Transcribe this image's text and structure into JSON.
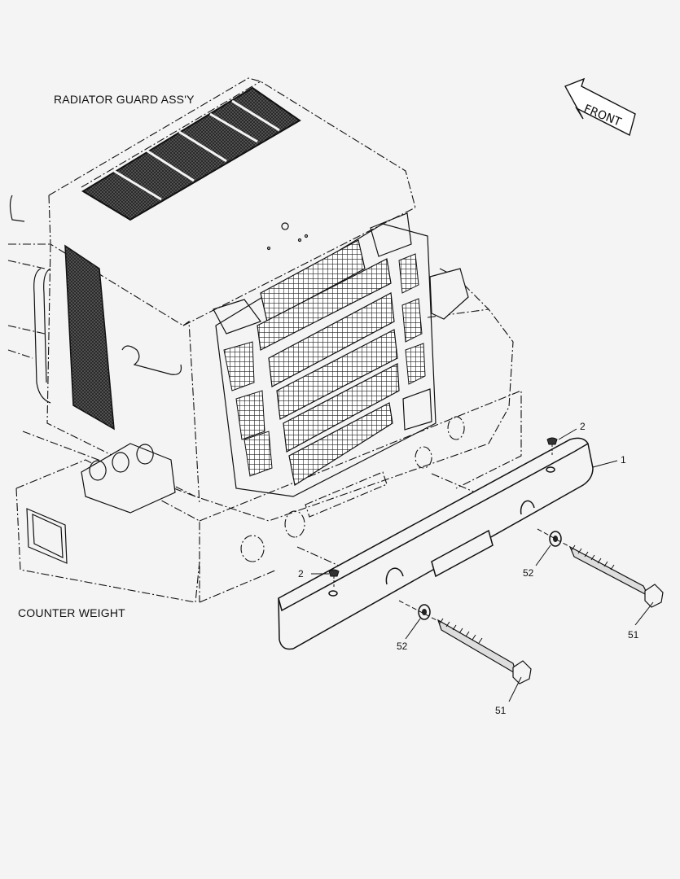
{
  "titles": {
    "radiator_guard": "RADIATOR GUARD ASS'Y",
    "counter_weight": "COUNTER WEIGHT"
  },
  "front_arrow": {
    "label": "FRONT"
  },
  "callouts": [
    {
      "id": "part-1",
      "label": "1"
    },
    {
      "id": "part-2-upper",
      "label": "2"
    },
    {
      "id": "part-2-lower",
      "label": "2"
    },
    {
      "id": "part-52-right",
      "label": "52"
    },
    {
      "id": "part-52-left",
      "label": "52"
    },
    {
      "id": "part-51-right",
      "label": "51"
    },
    {
      "id": "part-51-left",
      "label": "51"
    }
  ],
  "colors": {
    "background": "#f4f4f4",
    "line": "#111111",
    "mesh": "#1a1a1a"
  }
}
